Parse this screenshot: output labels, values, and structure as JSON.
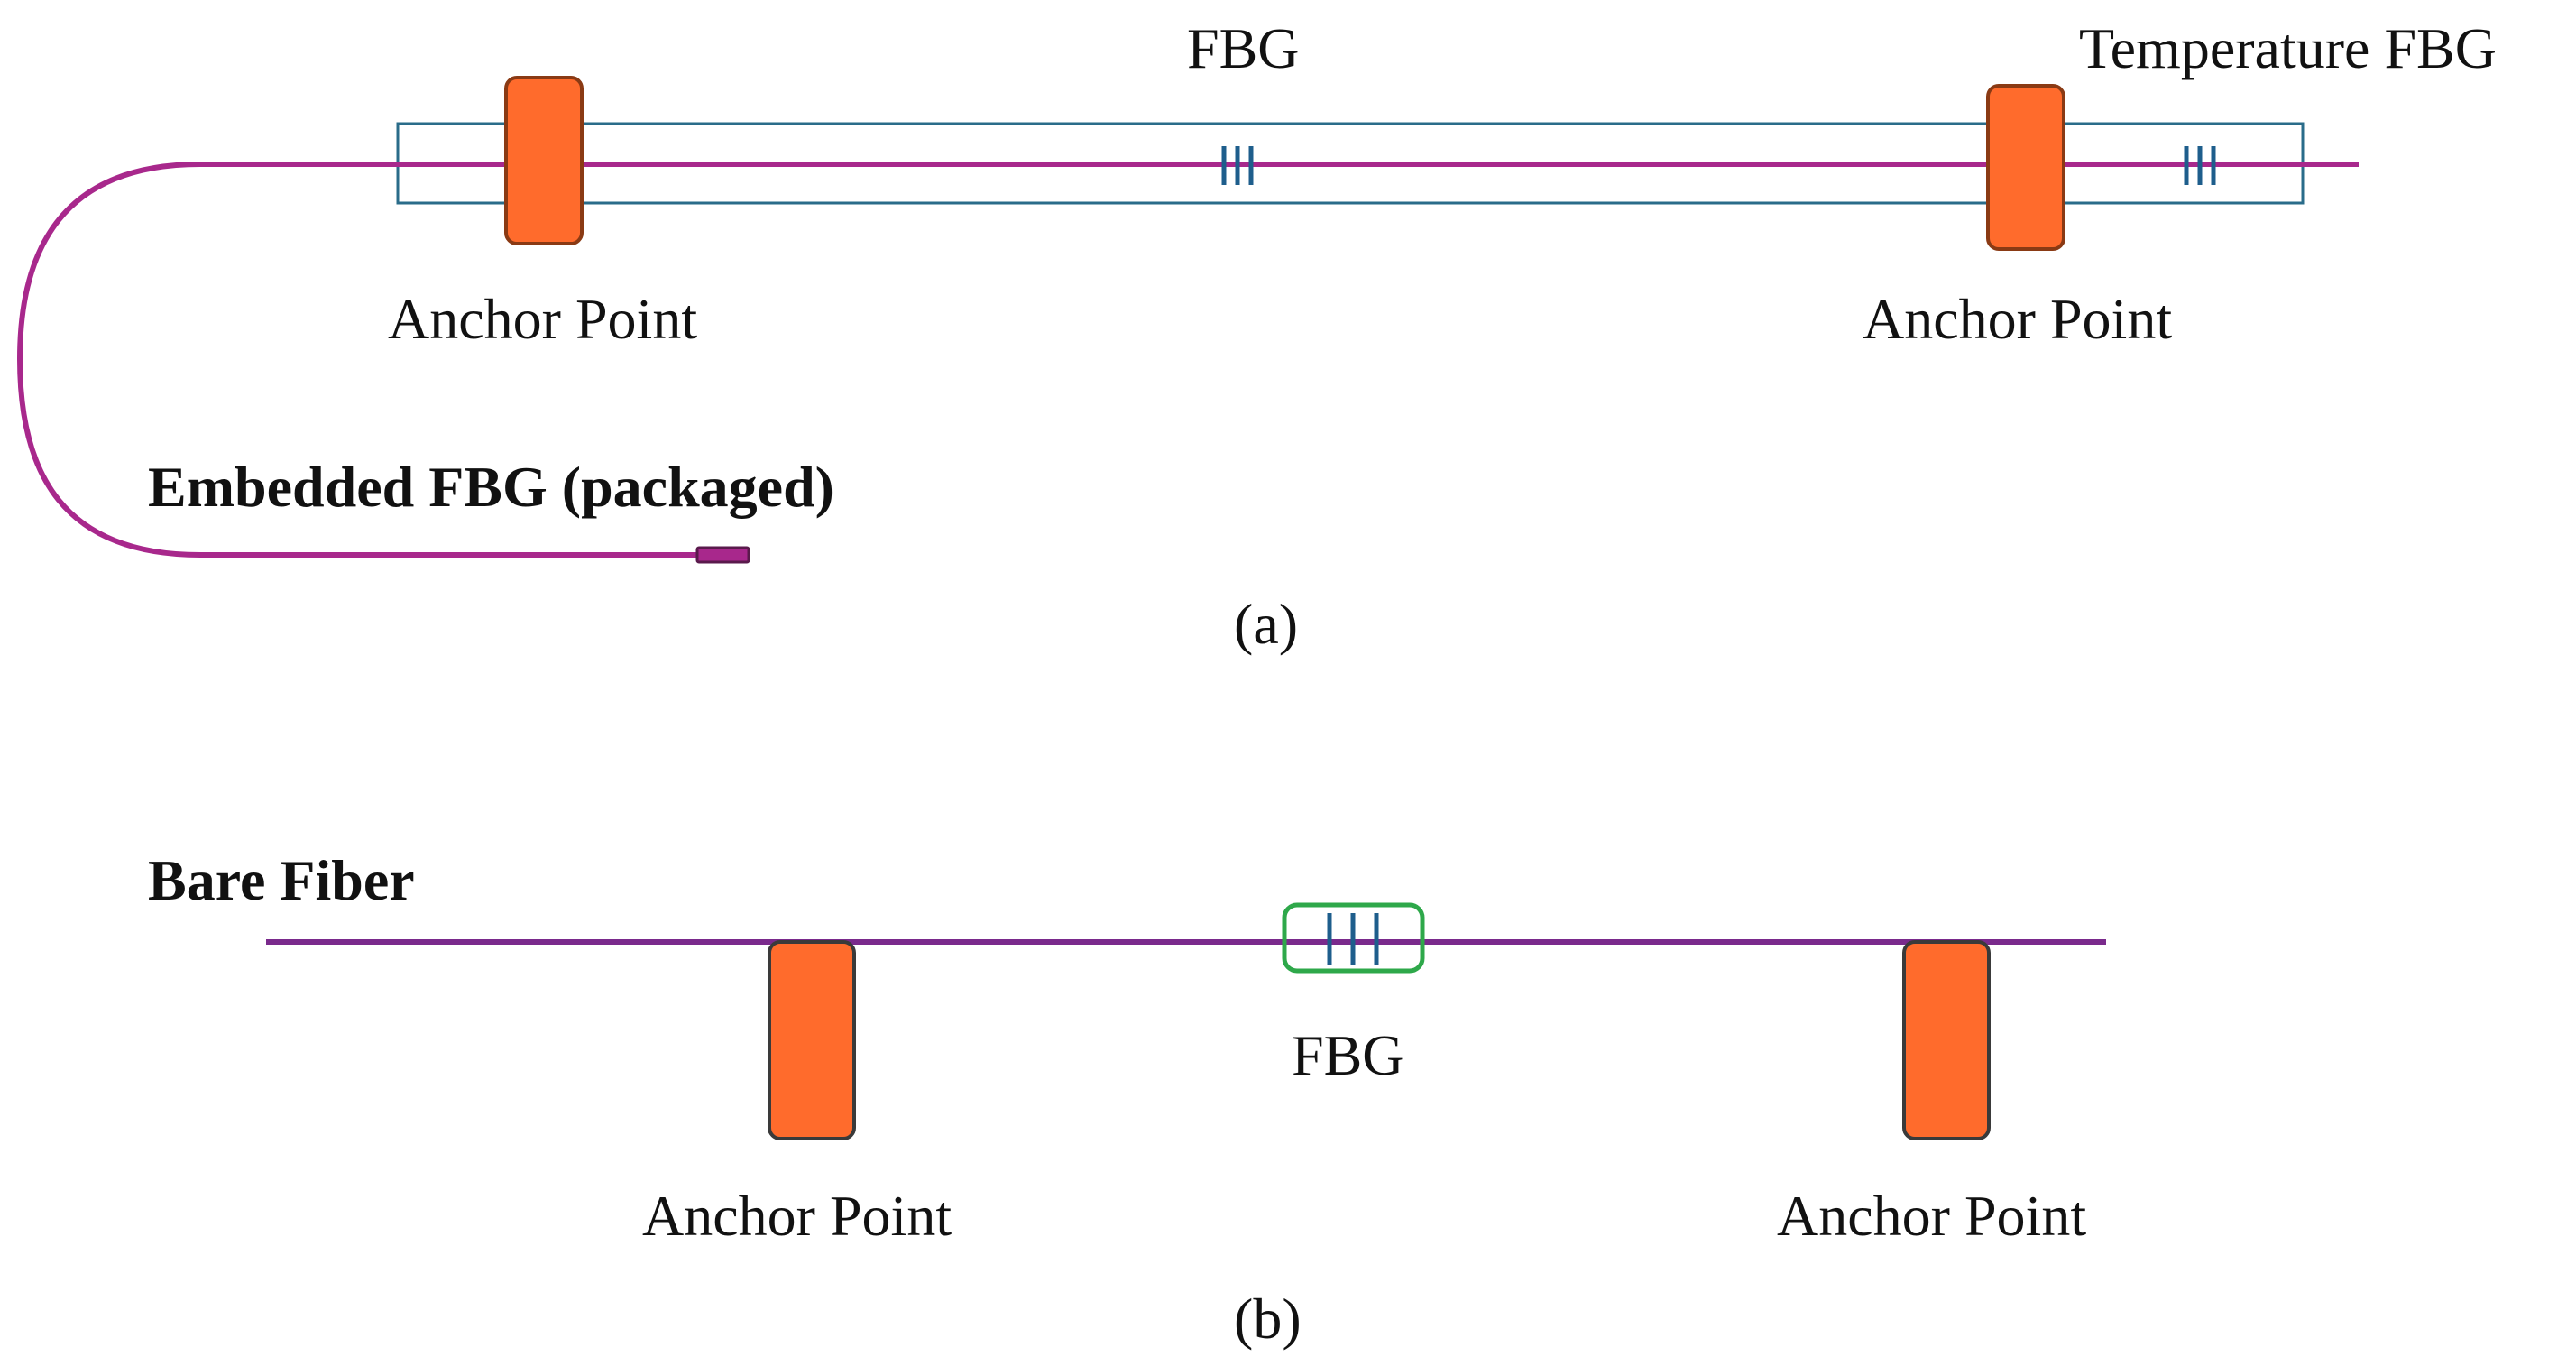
{
  "panel_a": {
    "fbg_label": "FBG",
    "temperature_fbg_label": "Temperature FBG",
    "anchor_left_label": "Anchor Point",
    "anchor_right_label": "Anchor Point",
    "embedded_label": "Embedded FBG (packaged)",
    "caption": "(a)"
  },
  "panel_b": {
    "bare_fiber_label": "Bare Fiber",
    "fbg_label": "FBG",
    "anchor_left_label": "Anchor Point",
    "anchor_right_label": "Anchor Point",
    "caption": "(b)"
  },
  "colors": {
    "fiber_a": "#A8288C",
    "fiber_b": "#7A2A8C",
    "anchor_fill": "#FF6B2C",
    "anchor_stroke": "#8A3A14",
    "package_stroke": "#2A6C8A",
    "grating": "#1E5E8C",
    "fbg_box_b": "#2EA84A"
  }
}
